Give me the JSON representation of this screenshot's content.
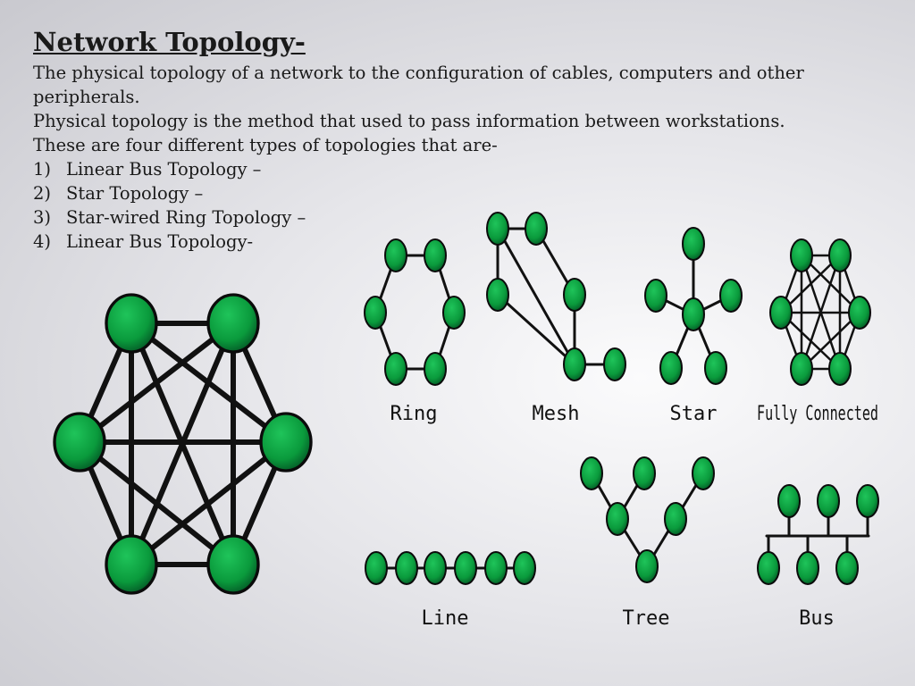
{
  "slide": {
    "title": "Network Topology-",
    "para1_line1": "The physical topology of a network to the configuration of cables, computers and other",
    "para1_line2": "peripherals.",
    "para2": "Physical topology is the method that used to pass information between workstations.",
    "para3": "These are four different types of topologies that are-",
    "list": [
      {
        "num": "1)",
        "text": "Linear Bus Topology –"
      },
      {
        "num": "2)",
        "text": "Star Topology –"
      },
      {
        "num": "3)",
        "text": "Star-wired Ring Topology –"
      },
      {
        "num": "4)",
        "text": "Linear Bus Topology-"
      }
    ]
  },
  "diagram_labels": {
    "ring": "Ring",
    "mesh": "Mesh",
    "star": "Star",
    "fully_connected": "Fully Connected",
    "line": "Line",
    "tree": "Tree",
    "bus": "Bus"
  },
  "colors": {
    "node_fill": "#0a9a3c",
    "node_dark": "#05642a",
    "edge": "#111111"
  }
}
